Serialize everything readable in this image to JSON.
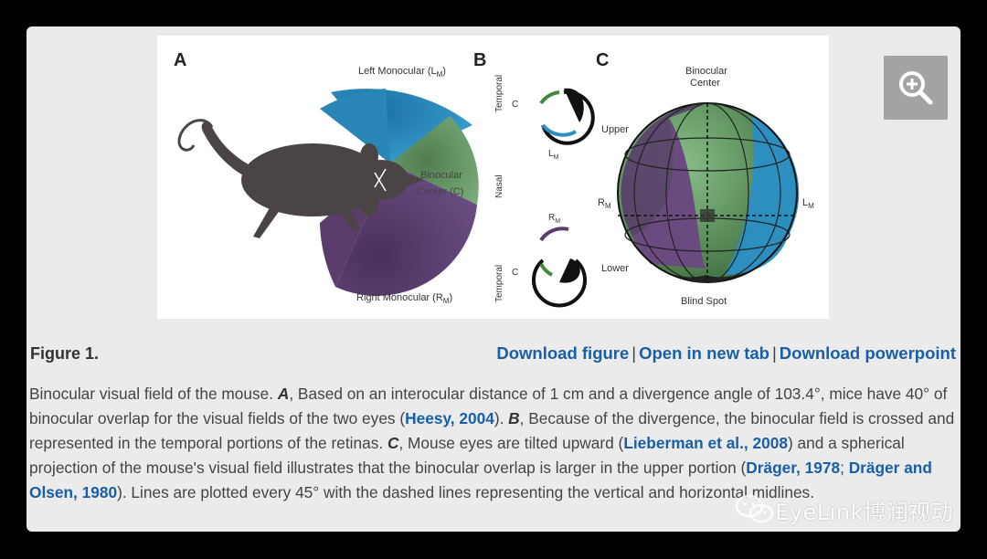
{
  "figure": {
    "panels": {
      "a": {
        "letter": "A",
        "top_label": "Left Monocular (L",
        "top_sub": "M",
        "bottom_label": "Right Monocular (R",
        "bottom_sub": "M",
        "center_label_1": "Binocular",
        "center_label_2": "Center (C)",
        "close_paren": ")"
      },
      "b": {
        "letter": "B",
        "temporal_top": "Temporal",
        "nasal": "Nasal",
        "temporal_bottom": "Temporal",
        "c_label": "C",
        "lm_label": "L",
        "rm_label": "R",
        "sub": "M"
      },
      "c": {
        "letter": "C",
        "binocular_1": "Binocular",
        "binocular_2": "Center",
        "upper": "Upper",
        "lower": "Lower",
        "rm_label": "R",
        "lm_label": "L",
        "sub": "M",
        "blind_spot": "Blind Spot"
      }
    },
    "colors": {
      "left_monocular": "#2d8fc0",
      "binocular": "#5e8f5e",
      "right_monocular": "#5a3d6b",
      "mouse": "#4a4444"
    }
  },
  "zoom": {
    "icon": "zoom-in-icon"
  },
  "meta_row": {
    "label": "Figure 1.",
    "links": [
      "Download figure",
      "Open in new tab",
      "Download powerpoint"
    ],
    "separator": "|"
  },
  "caption": {
    "p1": "Binocular visual field of the mouse. ",
    "a": "A",
    "p2": ", Based on an interocular distance of 1 cm and a divergence angle of 103.4°, mice have 40° of binocular overlap for the visual fields of the two eyes (",
    "ref1": "Heesy, 2004",
    "p3": "). ",
    "b": "B",
    "p4": ", Because of the divergence, the binocular field is crossed and represented in the temporal portions of the retinas. ",
    "c": "C",
    "p5": ", Mouse eyes are tilted upward (",
    "ref2": "Lieberman et al., 2008",
    "p6": ") and a spherical projection of the mouse's visual field illustrates that the binocular overlap is larger in the upper portion (",
    "ref3": "Dräger, 1978",
    "p7": "; ",
    "ref4": "Dräger and Olsen, 1980",
    "p8": "). Lines are plotted every 45° with the dashed lines representing the vertical and horizontal midlines."
  },
  "watermark": {
    "text": "EyeLink博润视动",
    "icon": "wechat-icon"
  }
}
